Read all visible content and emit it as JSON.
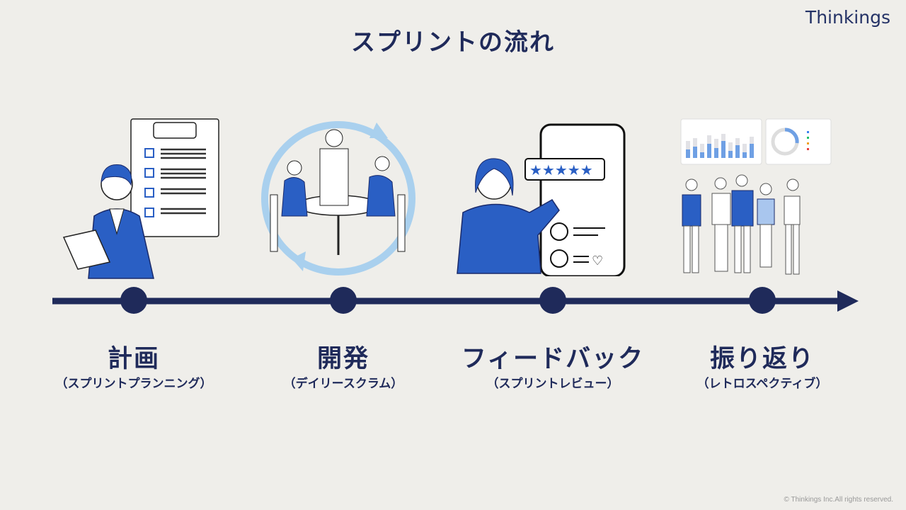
{
  "header": {
    "title": "スプリントの流れ",
    "logo": "Thinkings"
  },
  "steps": [
    {
      "label": "計画",
      "sub": "（スプリントプランニング）",
      "icon": "planning-illustration"
    },
    {
      "label": "開発",
      "sub": "（デイリースクラム）",
      "icon": "daily-scrum-illustration"
    },
    {
      "label": "フィードバック",
      "sub": "（スプリントレビュー）",
      "icon": "review-illustration"
    },
    {
      "label": "振り返り",
      "sub": "（レトロスペクティブ）",
      "icon": "retrospective-illustration"
    }
  ],
  "footer": {
    "copyright": "© Thinkings Inc.All rights reserved."
  },
  "colors": {
    "navy": "#1f2a5a",
    "blue": "#2a5fc4",
    "light_blue": "#a9d0ee",
    "background": "#efeeea"
  }
}
